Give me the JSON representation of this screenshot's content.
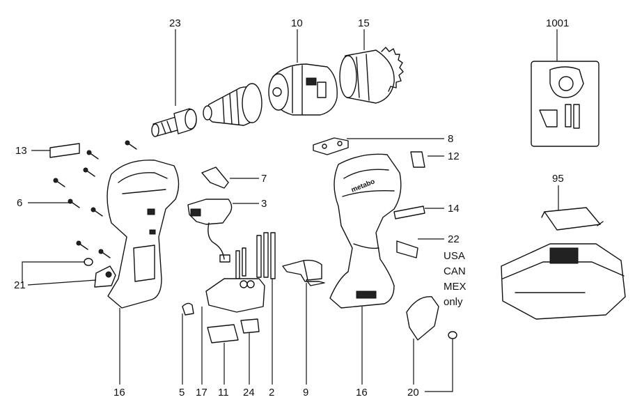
{
  "diagram": {
    "labels": {
      "p23": "23",
      "p10": "10",
      "p15": "15",
      "p1001": "1001",
      "p13": "13",
      "p6": "6",
      "p21": "21",
      "p7": "7",
      "p3": "3",
      "p8": "8",
      "p12": "12",
      "p14": "14",
      "p22": "22",
      "p95": "95",
      "p16a": "16",
      "p5": "5",
      "p17": "17",
      "p11": "11",
      "p24": "24",
      "p2": "2",
      "p9": "9",
      "p16b": "16",
      "p20": "20"
    },
    "note_lines": [
      "USA",
      "CAN",
      "MEX",
      "only"
    ],
    "brand_text": "metabo"
  }
}
